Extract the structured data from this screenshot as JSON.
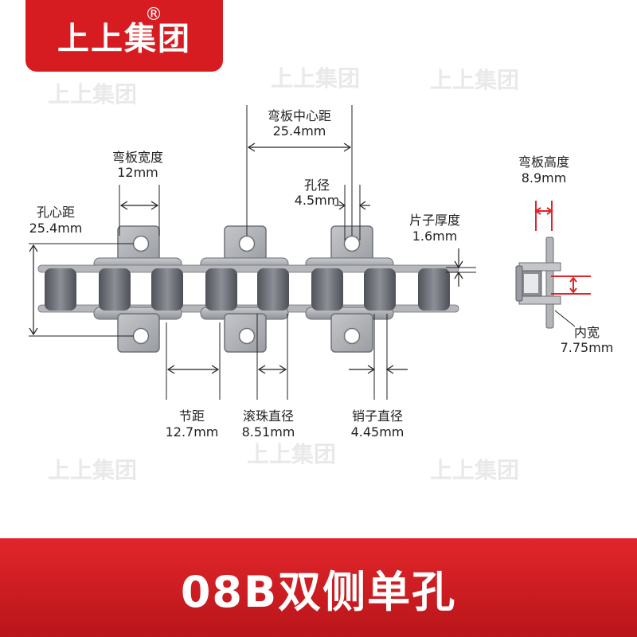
{
  "brand": {
    "name": "上上集团",
    "mark": "®"
  },
  "watermark": "上上集团",
  "labels": {
    "bend_center": {
      "name": "弯板中心距",
      "value": "25.4mm"
    },
    "bend_width": {
      "name": "弯板宽度",
      "value": "12mm"
    },
    "hole_dia": {
      "name": "孔径",
      "value": "4.5mm"
    },
    "hole_center": {
      "name": "孔心距",
      "value": "25.4mm"
    },
    "plate_thick": {
      "name": "片子厚度",
      "value": "1.6mm"
    },
    "bend_height": {
      "name": "弯板高度",
      "value": "8.9mm"
    },
    "inner_width": {
      "name": "内宽",
      "value": "7.75mm"
    },
    "pitch": {
      "name": "节距",
      "value": "12.7mm"
    },
    "roller_dia": {
      "name": "滚珠直径",
      "value": "8.51mm"
    },
    "pin_dia": {
      "name": "销子直径",
      "value": "4.45mm"
    }
  },
  "footer": {
    "title": "08B双侧单孔"
  },
  "colors": {
    "brand_red": "#d71c21",
    "dimension_red": "#e0242a",
    "metal": "#8d9096"
  }
}
